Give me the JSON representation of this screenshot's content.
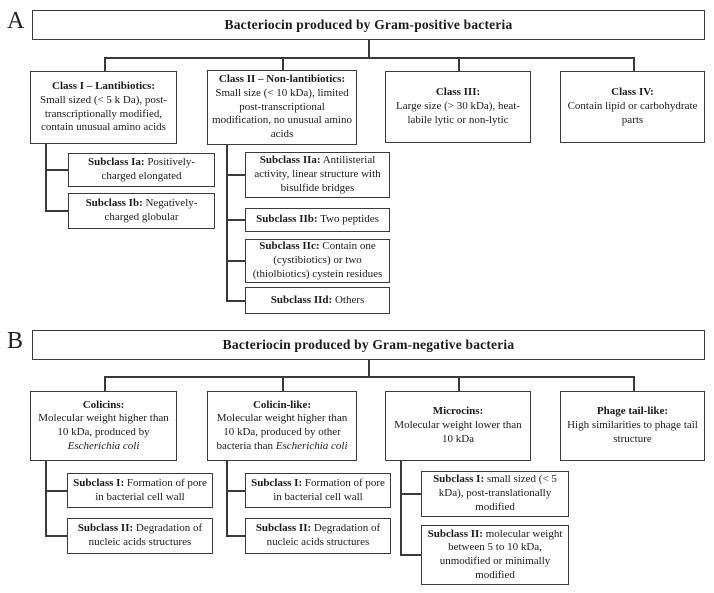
{
  "figure": {
    "colors": {
      "border": "#3a3a3a",
      "text": "#1a1a1a",
      "background": "#ffffff"
    },
    "panel_a": {
      "label": "A",
      "root_title": "Bacteriocin produced by Gram-positive bacteria",
      "classes": [
        {
          "title": "Class I – Lantibiotics:",
          "body": "Small sized (< 5 k Da), post-transcriptionally modified, contain unusual amino acids"
        },
        {
          "title": "Class II – Non-lantibiotics:",
          "body": "Small size (< 10 kDa), limited post-transcriptional modification, no unusual amino acids"
        },
        {
          "title": "Class III:",
          "body": "Large size (> 30 kDa), heat-labile lytic or non-lytic"
        },
        {
          "title": "Class IV:",
          "body": "Contain lipid or carbohydrate parts"
        }
      ],
      "subclasses_class1": [
        {
          "title": "Subclass Ia:",
          "body": " Positively-charged elongated"
        },
        {
          "title": "Subclass Ib:",
          "body": " Negatively-charged globular"
        }
      ],
      "subclasses_class2": [
        {
          "title": "Subclass IIa:",
          "body": " Antilisterial activity, linear structure with bisulfide bridges"
        },
        {
          "title": "Subclass IIb:",
          "body": " Two peptides"
        },
        {
          "title": "Subclass IIc:",
          "body": " Contain one (cystibiotics) or two (thiolbiotics) cystein residues"
        },
        {
          "title": "Subclass IId:",
          "body": " Others"
        }
      ]
    },
    "panel_b": {
      "label": "B",
      "root_title": "Bacteriocin produced by Gram-negative bacteria",
      "classes": [
        {
          "title": "Colicins:",
          "body_pre": "Molecular weight higher than 10 kDa, produced by ",
          "body_italic": "Escherichia coli"
        },
        {
          "title": "Colicin-like:",
          "body_pre": "Molecular weight higher than 10 kDa, produced by other bacteria than ",
          "body_italic": "Escherichia coli"
        },
        {
          "title": "Microcins:",
          "body": "Molecular weight lower than 10 kDa"
        },
        {
          "title": "Phage tail-like:",
          "body": "High similarities to phage tail structure"
        }
      ],
      "subclasses_colicins": [
        {
          "title": "Subclass I:",
          "body": " Formation of pore in bacterial cell wall"
        },
        {
          "title": "Subclass II:",
          "body": " Degradation of nucleic acids structures"
        }
      ],
      "subclasses_colicin_like": [
        {
          "title": "Subclass I:",
          "body": " Formation of pore in bacterial cell wall"
        },
        {
          "title": "Subclass II:",
          "body": " Degradation of nucleic acids structures"
        }
      ],
      "subclasses_microcins": [
        {
          "title": "Subclass I:",
          "body": " small sized (< 5 kDa), post-translationally modified"
        },
        {
          "title": "Subclass II:",
          "body": " molecular weight between 5 to 10 kDa, unmodified or minimally modified"
        }
      ]
    }
  }
}
